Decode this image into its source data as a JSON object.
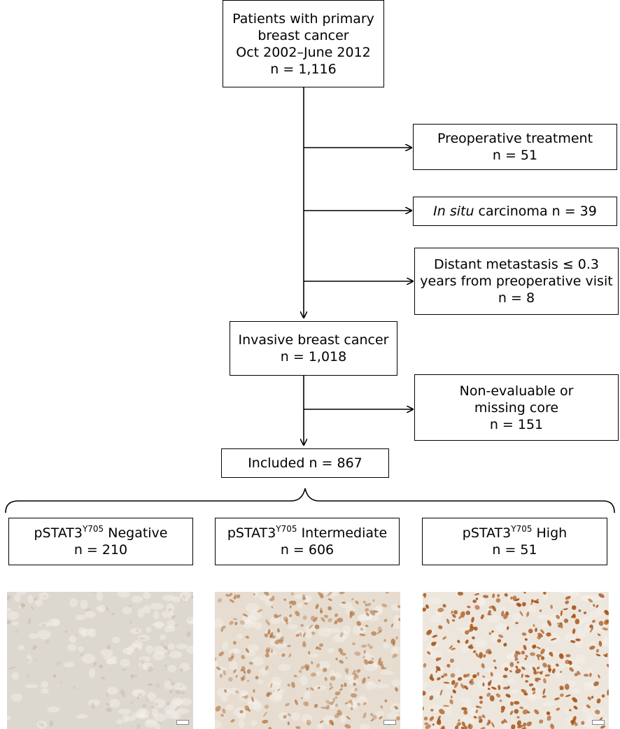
{
  "boxes": {
    "patients": {
      "line1": "Patients with primary",
      "line2": "breast cancer",
      "line3": "Oct 2002–June 2012",
      "line4": "n = 1,116"
    },
    "preoperative": {
      "line1": "Preoperative treatment",
      "line2": "n = 51"
    },
    "insitu": {
      "italic": "In situ",
      "rest": " carcinoma n =  39"
    },
    "metastasis": {
      "line1": "Distant metastasis ≤ 0.3",
      "line2": "years from preoperative visit",
      "line3": "n =  8"
    },
    "invasive": {
      "line1": "Invasive breast cancer",
      "line2": "n = 1,018"
    },
    "nonevaluable": {
      "line1": "Non-evaluable or",
      "line2": "missing core",
      "line3": "n = 151"
    },
    "included": {
      "line1": "Included n = 867"
    }
  },
  "groups": [
    {
      "prefix": "pSTAT3",
      "sup": "Y705",
      "label": " Negative",
      "n": "n = 210"
    },
    {
      "prefix": "pSTAT3",
      "sup": "Y705",
      "label": " Intermediate",
      "n": "n = 606"
    },
    {
      "prefix": "pSTAT3",
      "sup": "Y705",
      "label": " High",
      "n": "n = 51"
    }
  ],
  "micrographs": [
    {
      "name": "negative",
      "background": "#ddd8cf",
      "nucleus_color": "#b59a7e",
      "stain_intensity": "low"
    },
    {
      "name": "intermediate",
      "background": "#e6ddd0",
      "nucleus_color": "#b0703e",
      "stain_intensity": "medium"
    },
    {
      "name": "high",
      "background": "#ede6dd",
      "nucleus_color": "#a8551a",
      "stain_intensity": "high"
    }
  ]
}
